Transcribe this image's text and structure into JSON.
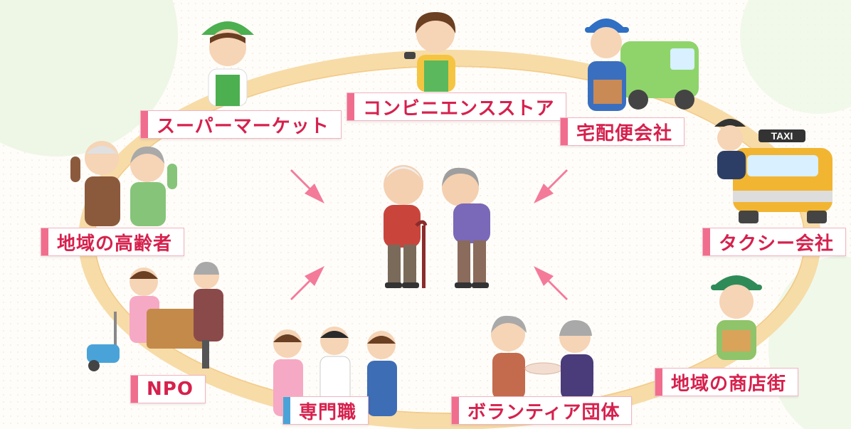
{
  "labels": {
    "supermarket": "スーパーマーケット",
    "convenience": "コンビニエンスストア",
    "delivery": "宅配便会社",
    "taxi": "タクシー会社",
    "elderly": "地域の高齢者",
    "npo": "NPO",
    "professional": "専門職",
    "volunteer": "ボランティア団体",
    "shopping_street": "地域の商店街"
  },
  "taxi_sign": "TAXI",
  "colors": {
    "label_text": "#d6214d",
    "label_bar_pink": "#f06d8e",
    "label_bar_blue": "#4aa3d8",
    "ring": "#f7d9a0",
    "arrow": "#f47a9a"
  }
}
